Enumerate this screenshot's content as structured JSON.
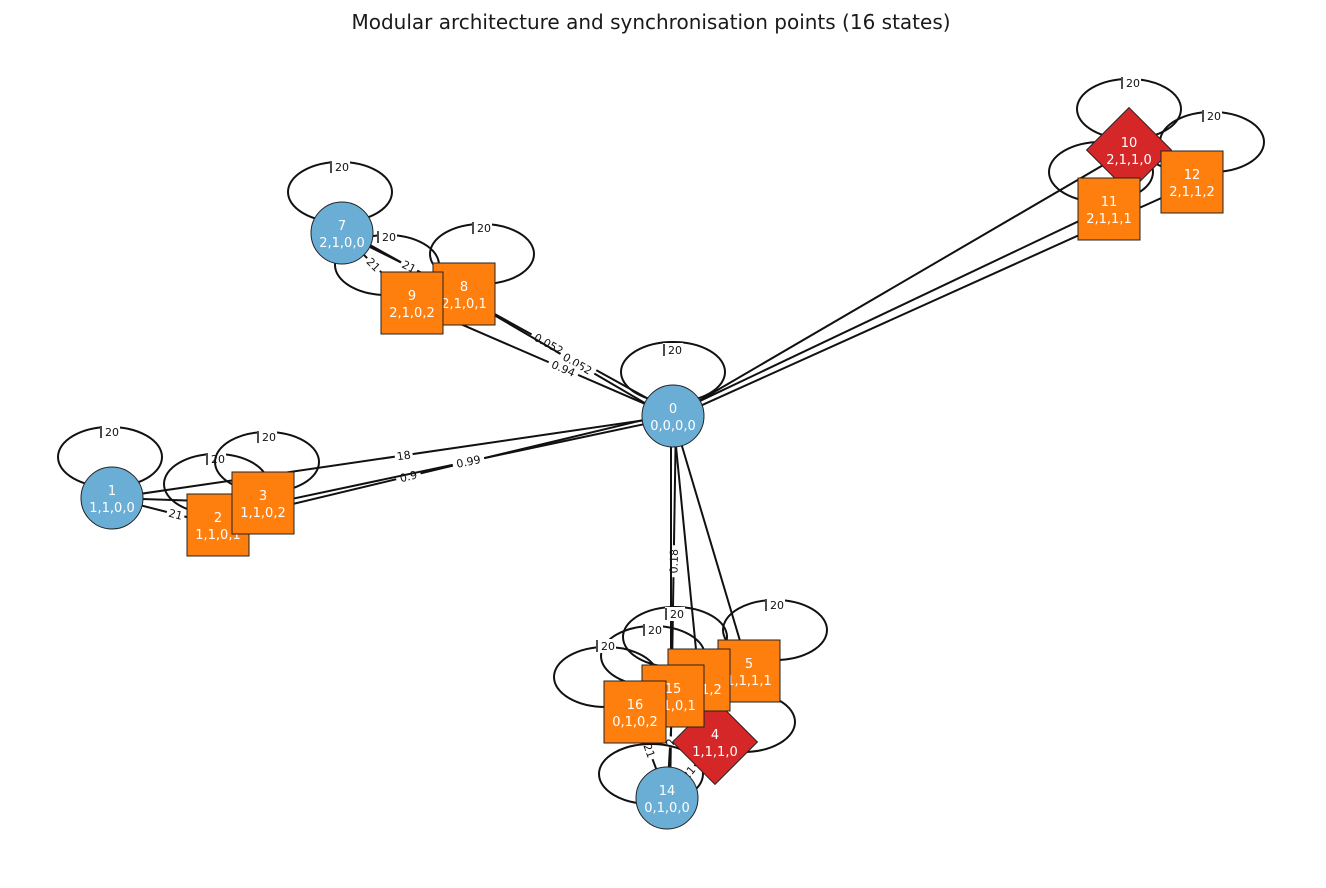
{
  "title": "Modular architecture and synchronisation points (16 states)",
  "colors": {
    "initial": "#6aaed6",
    "regular": "#ff7f0e",
    "sync": "#d62728",
    "edge": "#111111"
  },
  "nodes": [
    {
      "id": "0",
      "label": "0",
      "state": "0,0,0,0",
      "kind": "initial"
    },
    {
      "id": "1",
      "label": "1",
      "state": "1,1,0,0",
      "kind": "initial"
    },
    {
      "id": "2",
      "label": "2",
      "state": "1,1,0,1",
      "kind": "regular"
    },
    {
      "id": "3",
      "label": "3",
      "state": "1,1,0,2",
      "kind": "regular"
    },
    {
      "id": "4",
      "label": "4",
      "state": "1,1,1,0",
      "kind": "sync"
    },
    {
      "id": "5",
      "label": "5",
      "state": "1,1,1,1",
      "kind": "regular"
    },
    {
      "id": "6",
      "label": "6",
      "state": "1,1,1,2",
      "kind": "regular"
    },
    {
      "id": "7",
      "label": "7",
      "state": "2,1,0,0",
      "kind": "initial"
    },
    {
      "id": "8",
      "label": "8",
      "state": "2,1,0,1",
      "kind": "regular"
    },
    {
      "id": "9",
      "label": "9",
      "state": "2,1,0,2",
      "kind": "regular"
    },
    {
      "id": "10",
      "label": "10",
      "state": "2,1,1,0",
      "kind": "sync"
    },
    {
      "id": "11",
      "label": "11",
      "state": "2,1,1,1",
      "kind": "regular"
    },
    {
      "id": "12",
      "label": "12",
      "state": "2,1,1,2",
      "kind": "regular"
    },
    {
      "id": "14",
      "label": "14",
      "state": "0,1,0,0",
      "kind": "initial"
    },
    {
      "id": "15",
      "label": "15",
      "state": "0,1,0,1",
      "kind": "regular"
    },
    {
      "id": "16",
      "label": "16",
      "state": "0,1,0,2",
      "kind": "regular"
    }
  ],
  "edges": [
    {
      "from": "0",
      "to": "1",
      "label": "18"
    },
    {
      "from": "0",
      "to": "2",
      "label": "0.9"
    },
    {
      "from": "0",
      "to": "3",
      "label": "0.99"
    },
    {
      "from": "0",
      "to": "7",
      "label": "0.052"
    },
    {
      "from": "0",
      "to": "8",
      "label": "0.052"
    },
    {
      "from": "0",
      "to": "9",
      "label": "0.94"
    },
    {
      "from": "0",
      "to": "10",
      "label": ""
    },
    {
      "from": "0",
      "to": "11",
      "label": ""
    },
    {
      "from": "0",
      "to": "12",
      "label": ""
    },
    {
      "from": "0",
      "to": "14",
      "label": "0.18"
    },
    {
      "from": "0",
      "to": "15",
      "label": ""
    },
    {
      "from": "0",
      "to": "5",
      "label": ""
    },
    {
      "from": "0",
      "to": "6",
      "label": ""
    },
    {
      "from": "1",
      "to": "2",
      "label": "21"
    },
    {
      "from": "1",
      "to": "3",
      "label": ""
    },
    {
      "from": "7",
      "to": "9",
      "label": "21"
    },
    {
      "from": "7",
      "to": "8",
      "label": "21"
    },
    {
      "from": "14",
      "to": "16",
      "label": "21"
    },
    {
      "from": "14",
      "to": "15",
      "label": "2"
    },
    {
      "from": "4",
      "to": "14",
      "label": "21"
    },
    {
      "from": "4",
      "to": "6",
      "label": ""
    },
    {
      "from": "10",
      "to": "11",
      "label": ""
    },
    {
      "from": "10",
      "to": "12",
      "label": ""
    }
  ],
  "self_loops": [
    {
      "node": "0",
      "label": "20"
    },
    {
      "node": "1",
      "label": "20"
    },
    {
      "node": "2",
      "label": "20"
    },
    {
      "node": "3",
      "label": "20"
    },
    {
      "node": "4",
      "label": ""
    },
    {
      "node": "5",
      "label": "20"
    },
    {
      "node": "6",
      "label": "20"
    },
    {
      "node": "7",
      "label": "20"
    },
    {
      "node": "8",
      "label": "20"
    },
    {
      "node": "9",
      "label": "20"
    },
    {
      "node": "10",
      "label": "20"
    },
    {
      "node": "11",
      "label": ""
    },
    {
      "node": "12",
      "label": "20"
    },
    {
      "node": "14",
      "label": ""
    },
    {
      "node": "15",
      "label": "20"
    },
    {
      "node": "16",
      "label": "20"
    }
  ]
}
